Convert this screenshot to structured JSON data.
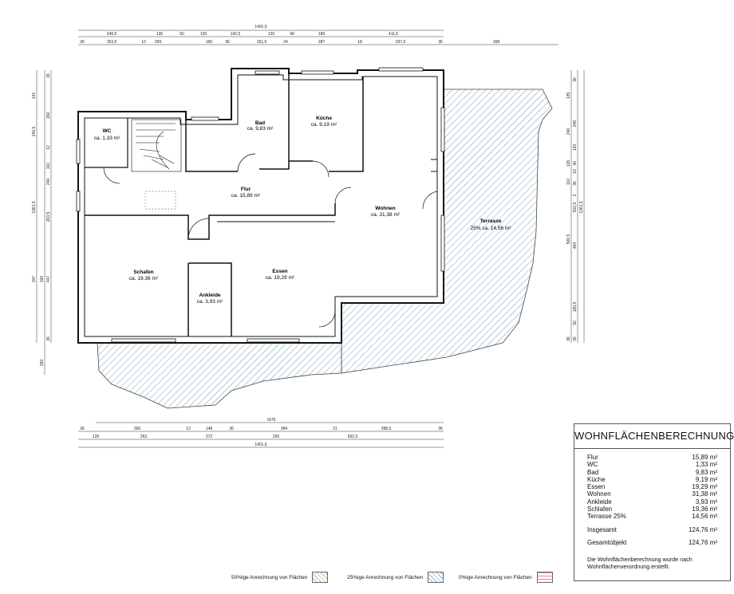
{
  "dimensions": {
    "top_total": "1401,5",
    "top_row1": [
      "249,5",
      "130",
      "50",
      "120",
      "142,5",
      "120",
      "40",
      "189",
      "411,5"
    ],
    "top_row2": [
      "36",
      "153,5",
      "12",
      "209",
      "165",
      "36",
      "151,5",
      "24",
      "287",
      "18",
      "297,5",
      "36",
      "398"
    ],
    "left_row1": [
      "141",
      "240,5",
      "1361,5",
      "347",
      "260",
      "36"
    ],
    "left_row2": [
      "36",
      "150",
      "12",
      "161",
      "240",
      "263,5",
      "320",
      "447"
    ],
    "right_row1": [
      "135",
      "240",
      "126",
      "110",
      "36",
      "10",
      "910,5",
      "1361,5"
    ],
    "right_row2": [
      "36",
      "246",
      "120",
      "40",
      "36",
      "2",
      "500,5",
      "464",
      "165,5",
      "50",
      "36"
    ],
    "bottom_total": "1676",
    "bottom_row1": [
      "36",
      "356",
      "12",
      "148",
      "36",
      "384",
      "21",
      "398,5",
      "36"
    ],
    "bottom_row2": [
      "126",
      "263",
      "272",
      "250",
      "652,5"
    ],
    "bottom_total2": "1401,5"
  },
  "rooms": [
    {
      "name": "WC",
      "area": "ca. 1,33 m²"
    },
    {
      "name": "Bad",
      "area": "ca. 9,83 m²"
    },
    {
      "name": "Küche",
      "area": "ca. 9,19 m²"
    },
    {
      "name": "Flur",
      "area": "ca. 15,89 m²"
    },
    {
      "name": "Wohnen",
      "area": "ca. 31,38 m²"
    },
    {
      "name": "Terrasse",
      "area": "25% ca. 14,56 m²"
    },
    {
      "name": "Schafen",
      "area": "ca. 19,36 m²"
    },
    {
      "name": "Essen",
      "area": "ca. 19,29 m²"
    },
    {
      "name": "Ankleide",
      "area": "ca. 3,93 m²"
    }
  ],
  "calc": {
    "title": "WOHNFLÄCHENBERECHNUNG",
    "rows": [
      {
        "label": "Flur",
        "value": "15,89 m²"
      },
      {
        "label": "WC",
        "value": "1,33 m²"
      },
      {
        "label": "Bad",
        "value": "9,83 m²"
      },
      {
        "label": "Küche",
        "value": "9,19 m²"
      },
      {
        "label": "Essen",
        "value": "19,29 m²"
      },
      {
        "label": "Wohnen",
        "value": "31,38 m²"
      },
      {
        "label": "Ankleide",
        "value": "3,93 m²"
      },
      {
        "label": "Schlafen",
        "value": "19,36 m²"
      },
      {
        "label": "Terrasse 25%",
        "value": "14,56 m²"
      }
    ],
    "total_label": "Insgesamt",
    "total_value": "124,76 m²",
    "grand_label": "Gesamtobjekt",
    "grand_value": "124,76 m²",
    "note": "Die Wohnflächenberechnung wurde nach Wohnflächenverordnung erstellt."
  },
  "legend": {
    "item_50": "50%ige Anrechnung von Flächen",
    "item_25": "25%ige Anrechnung von Flächen",
    "item_0": "0%ige Anrechnung von Flächen"
  },
  "colors": {
    "hatch_25": "#6fa0c0",
    "hatch_0": "#6fa0c0",
    "legend_50": "#9fcf8f",
    "legend_25": "#8fb7d6",
    "legend_0": "#e08f8f",
    "wall": "#111111"
  }
}
